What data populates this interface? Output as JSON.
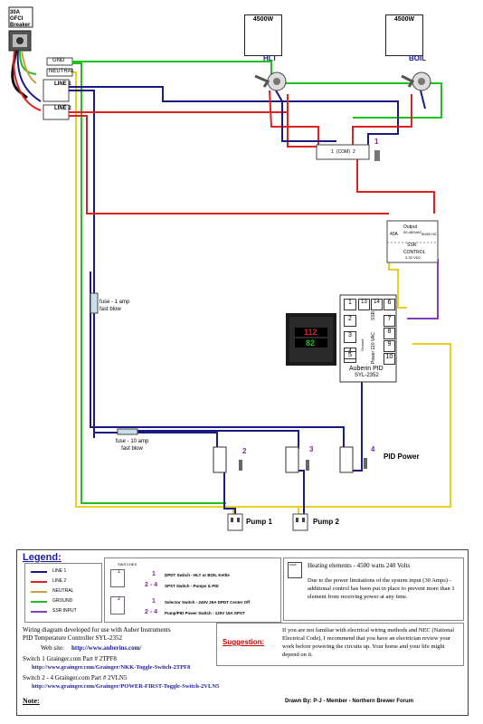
{
  "breaker": {
    "label": "30A GFCI Breaker"
  },
  "heaters": [
    {
      "watts": "4500W",
      "name": "HLT"
    },
    {
      "watts": "4500W",
      "name": "BOIL"
    }
  ],
  "terminals": {
    "gnd": "GND",
    "neutral": "NEUTRAL",
    "line1": "LINE 1",
    "line2": "LINE 2"
  },
  "switch1": {
    "com": "(COM)",
    "num": "1",
    "pos1": "1",
    "pos2": "2"
  },
  "ssr": {
    "output": "Output",
    "amps": "40A",
    "range": "90-480VAC",
    "hz": "50/60 HZ",
    "name": "SSR",
    "control": "CONTROL",
    "vdc": "3-32 VDC"
  },
  "pid": {
    "terminals_left": [
      "1",
      "2",
      "3",
      "4",
      "5"
    ],
    "terminals_top": [
      "13",
      "14"
    ],
    "terminals_right": [
      "6",
      "7",
      "8",
      "9",
      "10"
    ],
    "label_ssr": "SSR",
    "label_power": "Power 110 VAC",
    "label_ground": "Ground",
    "name": "Auberin PID",
    "model": "SYL-2352",
    "display_top": "112",
    "display_bottom": "82"
  },
  "fuses": [
    {
      "label": "fuse - 1 amp fast blow"
    },
    {
      "label": "fuse - 10 amp fast blow"
    }
  ],
  "switches": [
    {
      "num": "2"
    },
    {
      "num": "3"
    },
    {
      "num": "4",
      "label": "PID Power"
    }
  ],
  "pumps": [
    {
      "label": "Pump 1"
    },
    {
      "label": "Pump 2"
    }
  ],
  "legend": {
    "title": "Legend:",
    "wires": [
      {
        "name": "LINE 1",
        "color": "#1a1a80"
      },
      {
        "name": "LINE 2",
        "color": "#e02020"
      },
      {
        "name": "NEUTRAL",
        "color": "#c8a040"
      },
      {
        "name": "GROUND",
        "color": "#20c020"
      },
      {
        "name": "SSR INPUT",
        "color": "#8040c0"
      }
    ],
    "switches_heading": "SWITCHES",
    "switch_notes": [
      {
        "num": "1",
        "text": "DPDT Switch - HLT or BOIL Kettle"
      },
      {
        "num": "2 - 4",
        "text": "SPST Switch - Pumps & PID"
      },
      {
        "num": "1",
        "text": "Selector Switch - 240V 25A DPDT Center Off"
      },
      {
        "num": "2 - 4",
        "text": "Pump/PID Power Switch - 120V 15A SPST"
      }
    ],
    "icon_num_1": "1",
    "icon_num_2": "2",
    "heating_icon": "10kW",
    "heating_title": "Heating elements - 4500 watts 240 Volts",
    "heating_text": "Due to the power limitations of the system input (30 Amps) - additional control has been put in place to prevent more than 1 element from receiving power at any time.",
    "wiring_1": "Wiring diagram developed for use with Auber Instruments",
    "wiring_2": "PID Temperature Controller SYL-2352",
    "website_label": "Web site:",
    "website": "http://www.auberins.com/",
    "switch1_part": "Switch 1 Grainger.com Part # 2TPF8",
    "switch1_url": "http://www.grainger.com/Grainger/NKK-Toggle-Switch-2TPF8",
    "switch24_part": "Switch 2 - 4 Grainger.com Part # 2VLN5",
    "switch24_url": "http://www.grainger.com/Grainger/POWER-FIRST-Toggle-Switch-2VLN5",
    "note": "Note:",
    "suggestion_label": "Suggestion:",
    "suggestion_text": "If you are not familiar with electrical wiring methods and NEC (National Electrical Code), I recommend that you have an electrician review your work before powering the circuits up. Your home and your life might depend on it.",
    "drawn_by": "Drawn By: P-J - Member - Northern Brewer Forum"
  }
}
